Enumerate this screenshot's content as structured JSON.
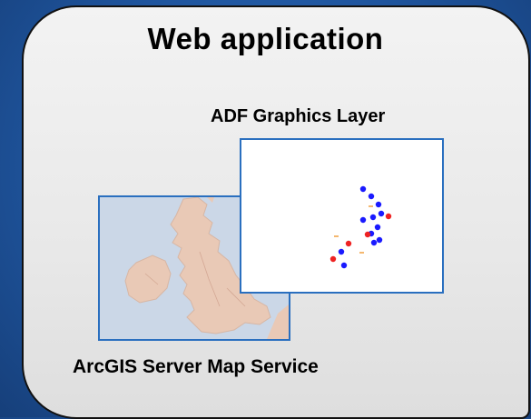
{
  "diagram": {
    "title": "Web application",
    "graphics_layer_label": "ADF Graphics Layer",
    "map_service_label": "ArcGIS Server Map Service",
    "colors": {
      "background": "#1f559e",
      "panel": "#ececec",
      "frame_border": "#2a6fbf",
      "blue_point": "#1a1aff",
      "red_point": "#ee2222",
      "orange_marker": "#f0a040",
      "land": "#e8c8b8",
      "sea": "#c9d6e6"
    }
  }
}
